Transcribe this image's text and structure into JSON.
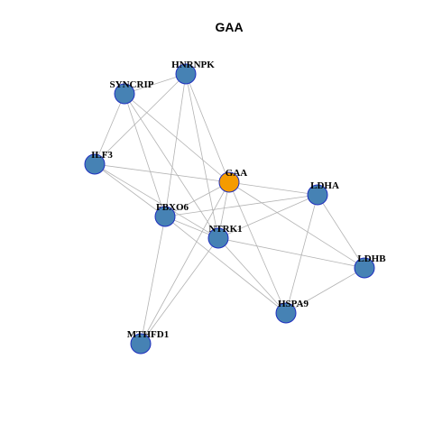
{
  "title": "GAA",
  "colors": {
    "center_node": "#f59b00",
    "neighbor_node": "#4682b4",
    "node_border": "#1f2fbf",
    "edge": "#b3b3b3"
  },
  "nodes": [
    {
      "id": "GAA",
      "role": "center"
    },
    {
      "id": "HNRNPK",
      "role": "neighbor"
    },
    {
      "id": "SYNCRIP",
      "role": "neighbor"
    },
    {
      "id": "ILF3",
      "role": "neighbor"
    },
    {
      "id": "LDHA",
      "role": "neighbor"
    },
    {
      "id": "FBXO6",
      "role": "neighbor"
    },
    {
      "id": "NTRK1",
      "role": "neighbor"
    },
    {
      "id": "LDHB",
      "role": "neighbor"
    },
    {
      "id": "HSPA9",
      "role": "neighbor"
    },
    {
      "id": "MTHFD1",
      "role": "neighbor"
    }
  ],
  "edges": [
    [
      "HNRNPK",
      "SYNCRIP"
    ],
    [
      "HNRNPK",
      "ILF3"
    ],
    [
      "HNRNPK",
      "FBXO6"
    ],
    [
      "HNRNPK",
      "GAA"
    ],
    [
      "HNRNPK",
      "NTRK1"
    ],
    [
      "SYNCRIP",
      "ILF3"
    ],
    [
      "SYNCRIP",
      "FBXO6"
    ],
    [
      "SYNCRIP",
      "GAA"
    ],
    [
      "SYNCRIP",
      "NTRK1"
    ],
    [
      "ILF3",
      "FBXO6"
    ],
    [
      "ILF3",
      "GAA"
    ],
    [
      "ILF3",
      "NTRK1"
    ],
    [
      "GAA",
      "FBXO6"
    ],
    [
      "GAA",
      "LDHA"
    ],
    [
      "GAA",
      "NTRK1"
    ],
    [
      "GAA",
      "LDHB"
    ],
    [
      "GAA",
      "HSPA9"
    ],
    [
      "GAA",
      "MTHFD1"
    ],
    [
      "LDHA",
      "FBXO6"
    ],
    [
      "LDHA",
      "NTRK1"
    ],
    [
      "LDHA",
      "LDHB"
    ],
    [
      "LDHA",
      "HSPA9"
    ],
    [
      "FBXO6",
      "NTRK1"
    ],
    [
      "FBXO6",
      "HSPA9"
    ],
    [
      "FBXO6",
      "MTHFD1"
    ],
    [
      "NTRK1",
      "LDHB"
    ],
    [
      "NTRK1",
      "HSPA9"
    ],
    [
      "NTRK1",
      "MTHFD1"
    ],
    [
      "LDHB",
      "HSPA9"
    ]
  ]
}
